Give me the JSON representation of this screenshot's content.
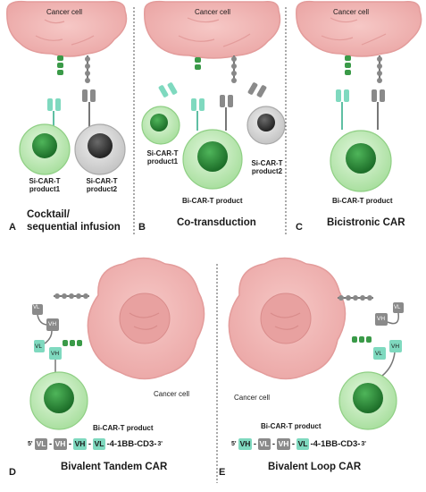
{
  "panels": {
    "a": {
      "letter": "A",
      "cancer_label": "Cancer cell",
      "product1": [
        "Si-CAR-T",
        "product1"
      ],
      "product2": [
        "Si-CAR-T",
        "product2"
      ],
      "caption": [
        "Cocktail/",
        "sequential infusion"
      ]
    },
    "b": {
      "letter": "B",
      "cancer_label": "Cancer cell",
      "product1": [
        "Si-CAR-T",
        "product1"
      ],
      "product2": [
        "Si-CAR-T",
        "product2"
      ],
      "bi_label": "Bi-CAR-T product",
      "caption": "Co-transduction"
    },
    "c": {
      "letter": "C",
      "cancer_label": "Cancer cell",
      "bi_label": "Bi-CAR-T product",
      "caption": "Bicistronic CAR"
    },
    "d": {
      "letter": "D",
      "cancer_label": "Cancer cell",
      "bi_label": "Bi-CAR-T product",
      "caption": "Bivalent Tandem CAR",
      "sequence": {
        "prime5": "5'",
        "segments": [
          {
            "label": "VL",
            "color": "gray"
          },
          {
            "label": "VH",
            "color": "gray"
          },
          {
            "label": "VH",
            "color": "teal"
          },
          {
            "label": "VL",
            "color": "teal"
          }
        ],
        "tail": "-4-1BB-CD3-",
        "prime3": "3'"
      }
    },
    "e": {
      "letter": "E",
      "cancer_label": "Cancer cell",
      "bi_label": "Bi-CAR-T product",
      "caption": "Bivalent Loop CAR",
      "sequence": {
        "prime5": "5'",
        "segments": [
          {
            "label": "VH",
            "color": "teal"
          },
          {
            "label": "VL",
            "color": "gray"
          },
          {
            "label": "VH",
            "color": "gray"
          },
          {
            "label": "VL",
            "color": "teal"
          }
        ],
        "tail": "-4-1BB-CD3-",
        "prime3": "3'"
      }
    }
  },
  "domain_labels": {
    "vh": "VH",
    "vl": "VL"
  },
  "colors": {
    "cancer_fill": "#f2b8b8",
    "cancer_outline": "#e09a9a",
    "tcell_fill": "#c6ecbf",
    "tcell_nucleus": "#2f8a3a",
    "gray_cell": "#d9d9d9",
    "gray_nucleus": "#3a3a3a",
    "car_teal": "#7fd9bf",
    "car_gray": "#8a8a8a",
    "antigen_green": "#3a9a48"
  }
}
